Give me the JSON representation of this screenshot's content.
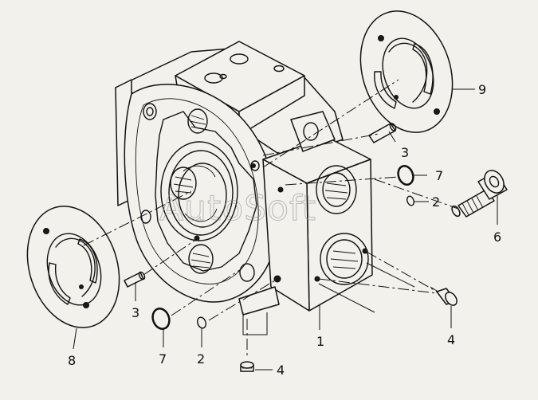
{
  "watermark": "AutoSoft",
  "callouts": {
    "c1": "1",
    "c2a": "2",
    "c2b": "2",
    "c3a": "3",
    "c3b": "3",
    "c4a": "4",
    "c4b": "4",
    "c6": "6",
    "c7a": "7",
    "c7b": "7",
    "c8": "8",
    "c9": "9"
  }
}
